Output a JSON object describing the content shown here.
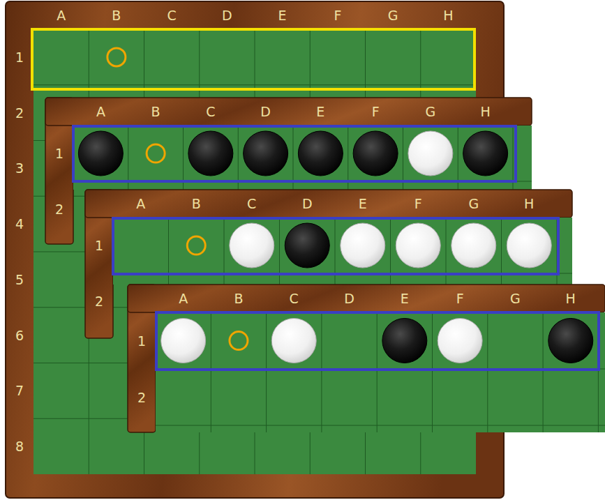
{
  "diagram": {
    "labels": [
      "A",
      "B",
      "C",
      "D",
      "E",
      "F",
      "G",
      "H",
      "1",
      "2",
      "3",
      "4",
      "5",
      "6",
      "7",
      "8",
      "A",
      "B",
      "C",
      "D",
      "E",
      "F",
      "G",
      "H",
      "1",
      "2",
      "A",
      "B",
      "C",
      "D",
      "E",
      "F",
      "G",
      "H",
      "1",
      "2",
      "A",
      "B",
      "C",
      "D",
      "E",
      "F",
      "G",
      "H",
      "1",
      "2"
    ]
  }
}
